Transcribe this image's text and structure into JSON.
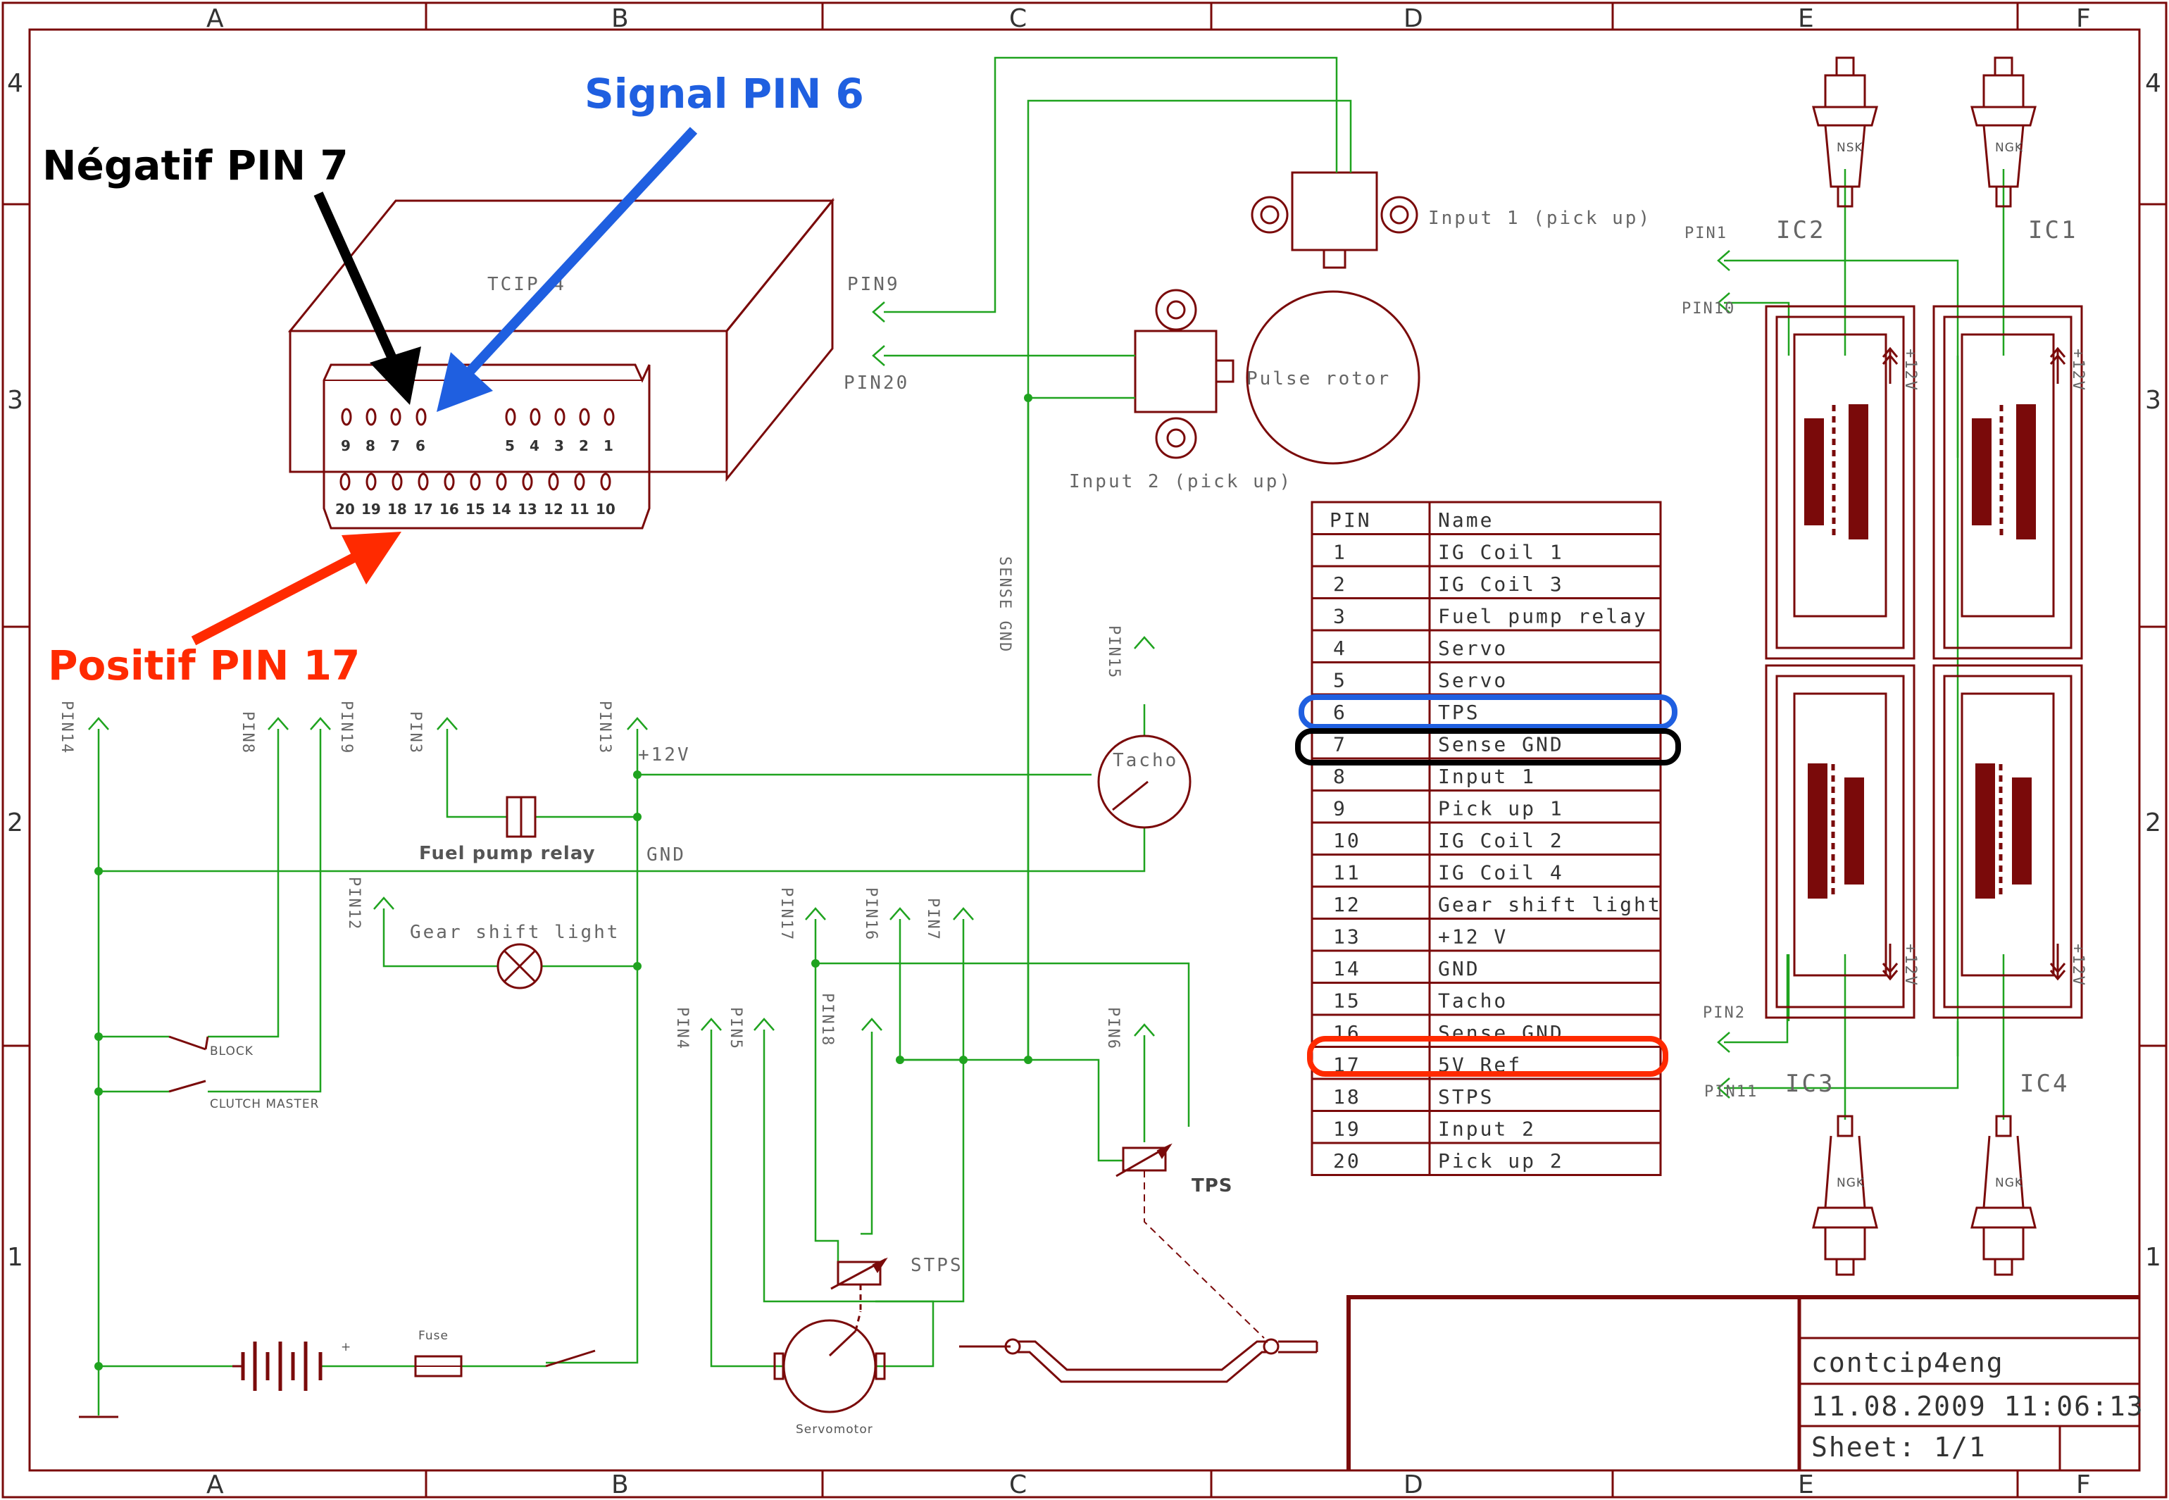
{
  "colors": {
    "ink": "#7a0a0a",
    "wire": "#1fa31f",
    "signal": "#1f5fe0",
    "negative": "#000000",
    "positive": "#ff2a00"
  },
  "grid": {
    "cols": [
      "A",
      "B",
      "C",
      "D",
      "E",
      "F"
    ],
    "rows": [
      "4",
      "3",
      "2",
      "1"
    ]
  },
  "annotations": {
    "signal": "Signal PIN 6",
    "negative": "Négatif PIN 7",
    "positive": "Positif PIN 17"
  },
  "ecu": {
    "label": "TCIP 4",
    "top_row": [
      "9",
      "8",
      "7",
      "6",
      "5",
      "4",
      "3",
      "2",
      "1"
    ],
    "bottom_row": [
      "20",
      "19",
      "18",
      "17",
      "16",
      "15",
      "14",
      "13",
      "12",
      "11",
      "10"
    ]
  },
  "labels": {
    "pin9": "PIN9",
    "pin20": "PIN20",
    "input1": "Input 1 (pick up)",
    "input2": "Input 2 (pick up)",
    "pulse_rotor": "Pulse rotor",
    "sense_gnd": "SENSE GND",
    "pin15": "PIN15",
    "tacho": "Tacho",
    "pin14": "PIN14",
    "pin8": "PIN8",
    "pin19": "PIN19",
    "pin3": "PIN3",
    "pin13": "PIN13",
    "plus12": "+12V",
    "fuel_relay": "Fuel pump relay",
    "gnd": "GND",
    "pin12": "PIN12",
    "gear_light": "Gear shift light",
    "block": "BLOCK",
    "clutch": "CLUTCH MASTER",
    "pin17": "PIN17",
    "pin16": "PIN16",
    "pin7": "PIN7",
    "pin4": "PIN4",
    "pin5": "PIN5",
    "pin18": "PIN18",
    "pin6": "PIN6",
    "stps": "STPS",
    "tps": "TPS",
    "fuse": "Fuse",
    "servomotor": "Servomotor",
    "plus": "+",
    "pin1": "PIN1",
    "pin10": "PIN10",
    "pin2": "PIN2",
    "pin11": "PIN11",
    "ic1": "IC1",
    "ic2": "IC2",
    "ic3": "IC3",
    "ic4": "IC4",
    "v12": "+12V",
    "ngk": "NGK",
    "nsk": "NSK"
  },
  "pin_table": {
    "headers": [
      "PIN",
      "Name"
    ],
    "rows": [
      [
        "1",
        "IG Coil 1"
      ],
      [
        "2",
        "IG Coil 3"
      ],
      [
        "3",
        "Fuel pump relay"
      ],
      [
        "4",
        "Servo"
      ],
      [
        "5",
        "Servo"
      ],
      [
        "6",
        "TPS"
      ],
      [
        "7",
        "Sense GND"
      ],
      [
        "8",
        "Input 1"
      ],
      [
        "9",
        "Pick up 1"
      ],
      [
        "10",
        "IG Coil 2"
      ],
      [
        "11",
        "IG Coil 4"
      ],
      [
        "12",
        "Gear shift light"
      ],
      [
        "13",
        "+12 V"
      ],
      [
        "14",
        "GND"
      ],
      [
        "15",
        "Tacho"
      ],
      [
        "16",
        "Sense GND"
      ],
      [
        "17",
        "5V Ref"
      ],
      [
        "18",
        "STPS"
      ],
      [
        "19",
        "Input 2"
      ],
      [
        "20",
        "Pick up 2"
      ]
    ]
  },
  "title_block": {
    "name": "contcip4eng",
    "date": "11.08.2009 11:06:13",
    "sheet": "Sheet: 1/1"
  }
}
